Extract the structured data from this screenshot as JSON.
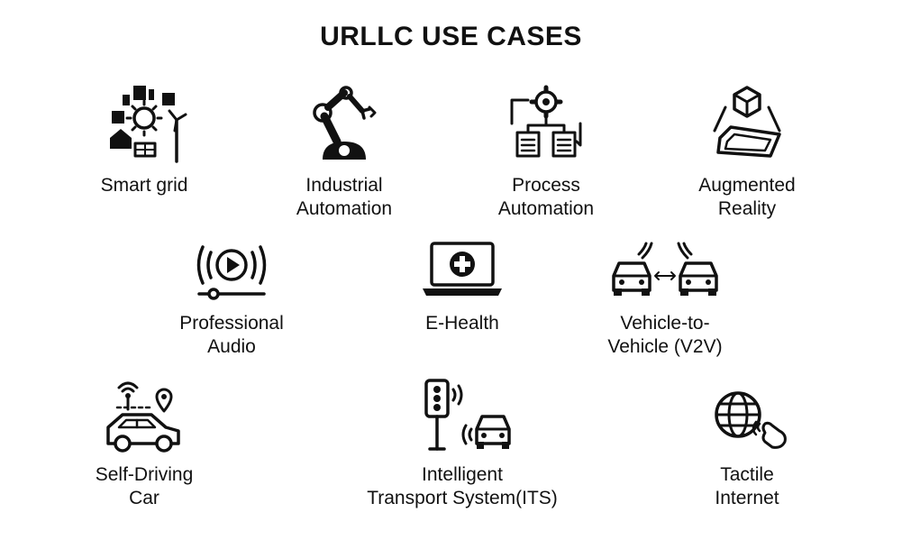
{
  "title": "URLLC USE CASES",
  "use_cases": [
    {
      "label": "Smart grid",
      "icon": "smart-grid-icon"
    },
    {
      "label": "Industrial\nAutomation",
      "icon": "robot-arm-icon"
    },
    {
      "label": "Process\nAutomation",
      "icon": "process-gear-icon"
    },
    {
      "label": "Augmented\nReality",
      "icon": "ar-cube-icon"
    },
    {
      "label": "Professional\nAudio",
      "icon": "audio-play-icon"
    },
    {
      "label": "E-Health",
      "icon": "laptop-medical-icon"
    },
    {
      "label": "Vehicle-to-\nVehicle (V2V)",
      "icon": "two-cars-icon"
    },
    {
      "label": "Self-Driving\nCar",
      "icon": "connected-car-icon"
    },
    {
      "label": "Intelligent\nTransport System(ITS)",
      "icon": "traffic-light-car-icon"
    },
    {
      "label": "Tactile\nInternet",
      "icon": "globe-touch-icon"
    }
  ]
}
